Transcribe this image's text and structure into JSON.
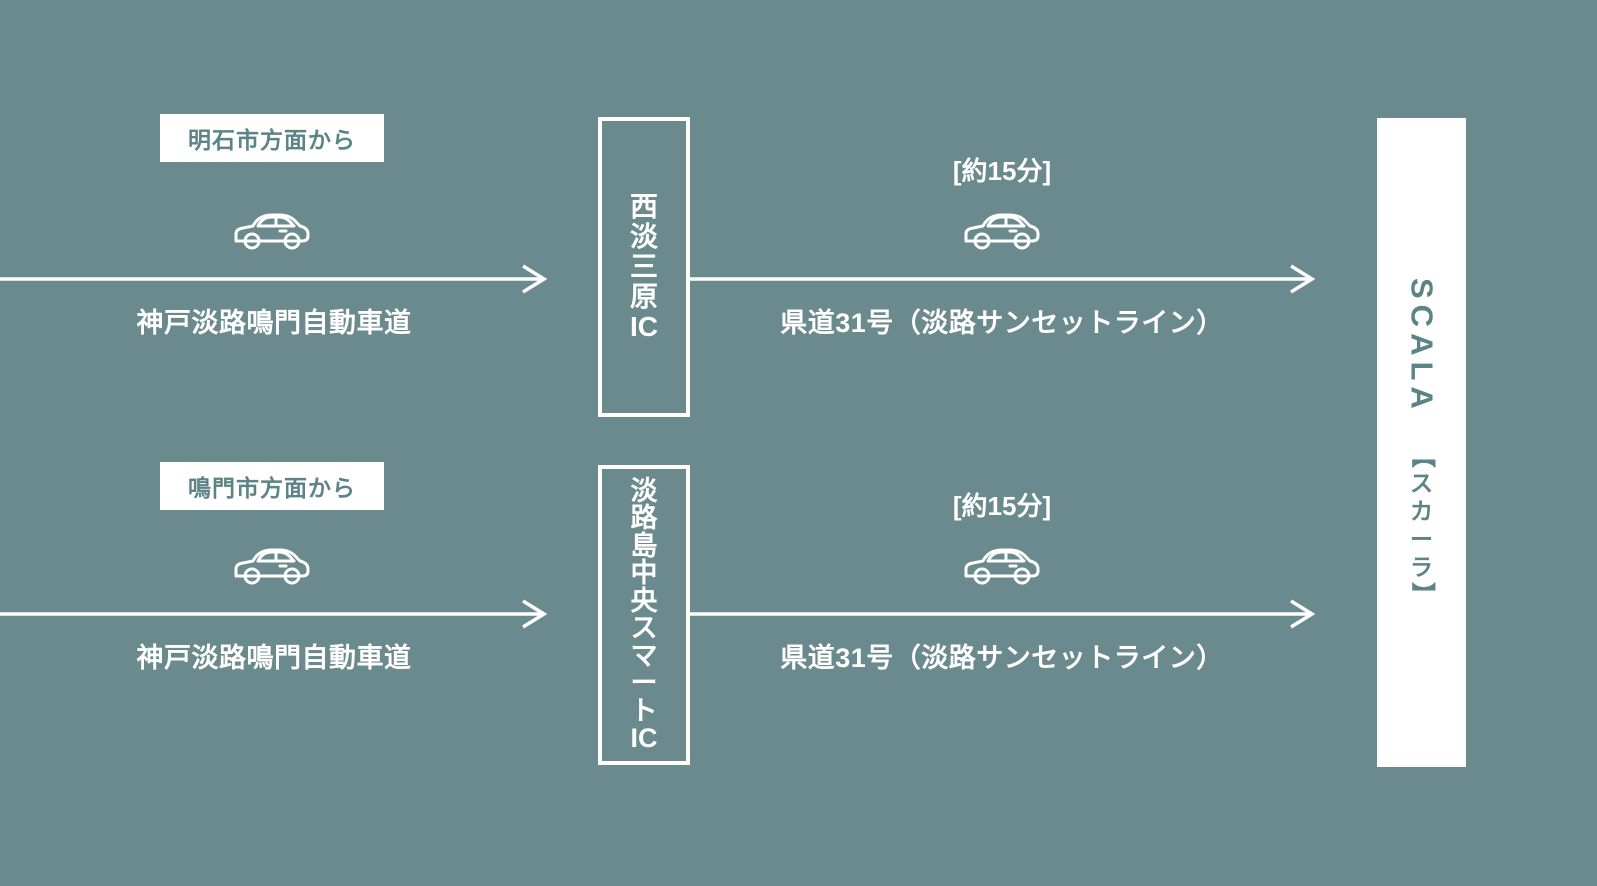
{
  "colors": {
    "bg": "#6A8A8D",
    "teal": "#5C8386",
    "white": "#FFFFFF"
  },
  "routes": [
    {
      "origin_label": "明石市方面から",
      "highway": "神戸淡路鳴門自動車道",
      "ic_label": "西淡三原IC",
      "duration": "[約15分]",
      "local_road": "県道31号（淡路サンセットライン）"
    },
    {
      "origin_label": "鳴門市方面から",
      "highway": "神戸淡路鳴門自動車道",
      "ic_label": "淡路島中央スマートIC",
      "duration": "[約15分]",
      "local_road": "県道31号（淡路サンセットライン）"
    }
  ],
  "destination": {
    "label": "SCALA【スカーラ】"
  },
  "icons": {
    "car": "car-outline-icon",
    "arrow": "arrow-right-icon"
  }
}
